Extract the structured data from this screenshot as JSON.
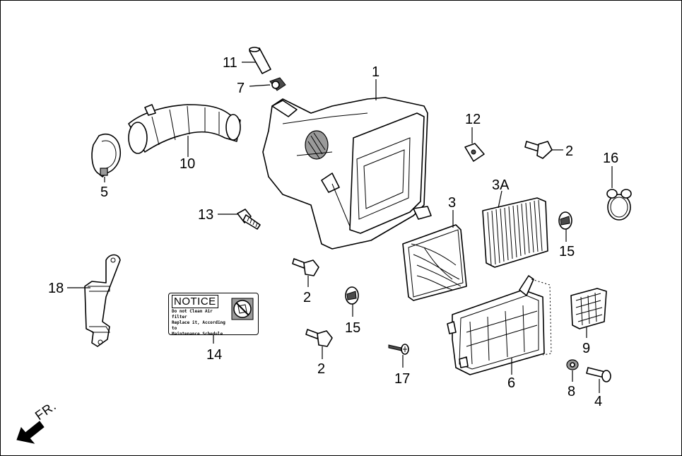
{
  "diagram": {
    "callouts": {
      "c1": "1",
      "c2a": "2",
      "c2b": "2",
      "c2c": "2",
      "c3": "3",
      "c3a": "3A",
      "c4": "4",
      "c5": "5",
      "c6": "6",
      "c7": "7",
      "c8": "8",
      "c9": "9",
      "c10": "10",
      "c11": "11",
      "c12": "12",
      "c13": "13",
      "c14": "14",
      "c15a": "15",
      "c15b": "15",
      "c16": "16",
      "c17": "17",
      "c18": "18"
    },
    "notice_label": {
      "title": "NOTICE",
      "line1": "Do not Clean Air filter",
      "line2": "Replace it, According to",
      "line3": "Maintenance Schedule"
    },
    "direction_label": "FR."
  }
}
